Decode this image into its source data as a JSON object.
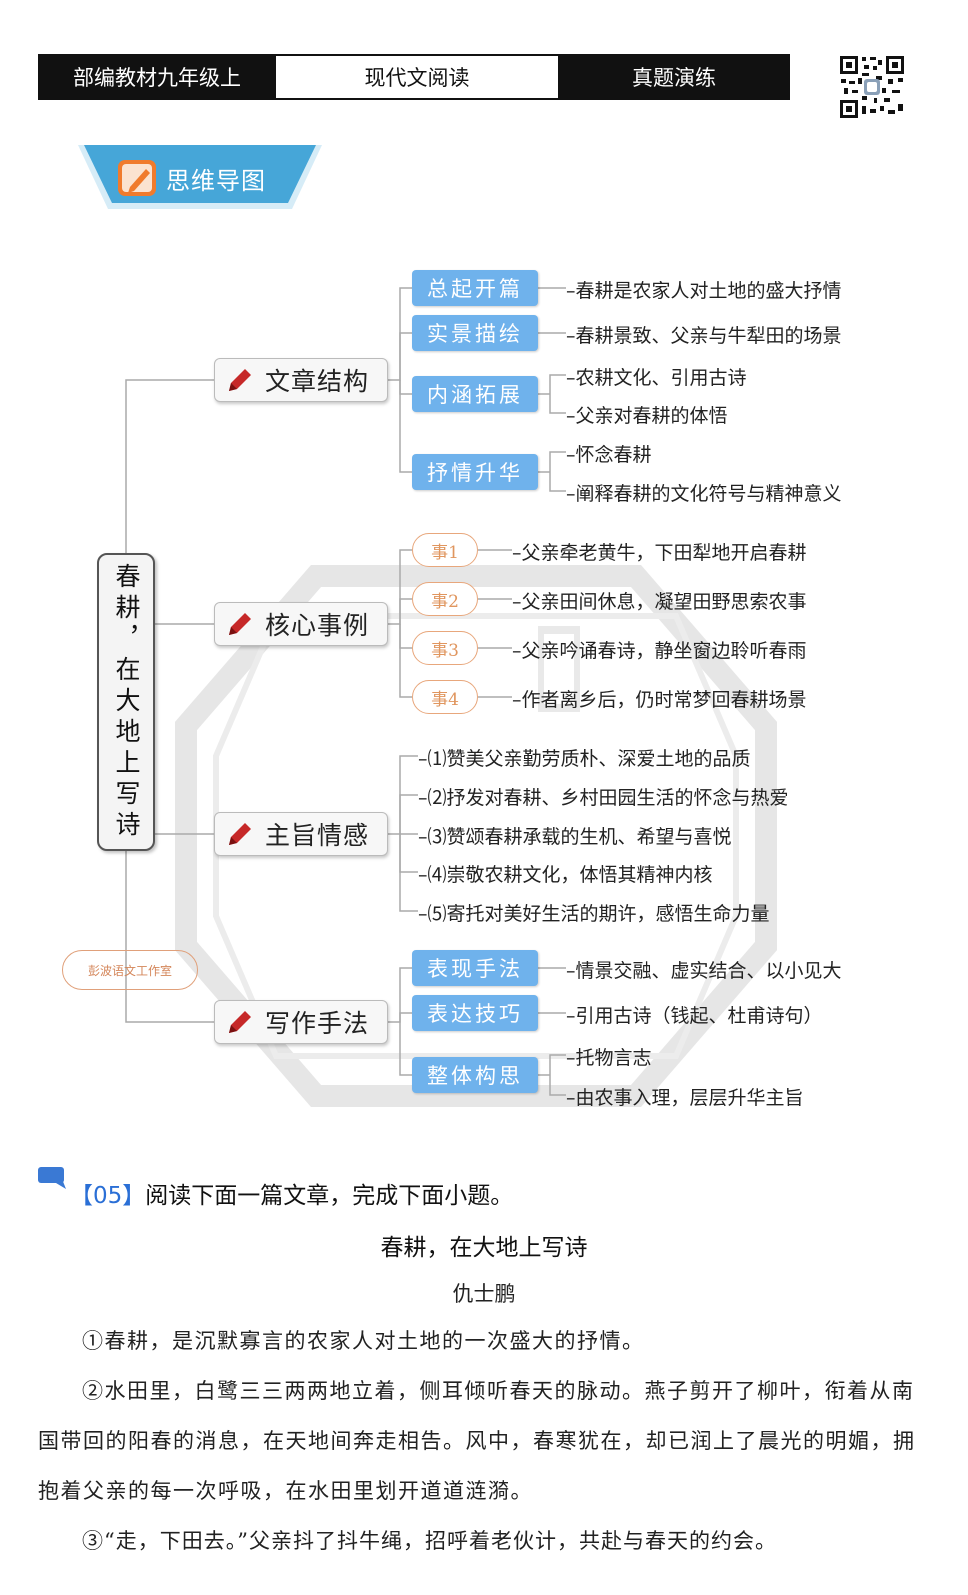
{
  "header": {
    "left": "部编教材九年级上",
    "middle": "现代文阅读",
    "right": "真题演练"
  },
  "banner": {
    "label": "思维导图"
  },
  "mindmap": {
    "center": "春耕，在大地上写诗",
    "structure": {
      "label": "文章结构",
      "items": [
        {
          "tag": "总起开篇",
          "lines": [
            "–春耕是农家人对土地的盛大抒情"
          ]
        },
        {
          "tag": "实景描绘",
          "lines": [
            "–春耕景致、父亲与牛犁田的场景"
          ]
        },
        {
          "tag": "内涵拓展",
          "lines": [
            "–农耕文化、引用古诗",
            "–父亲对春耕的体悟"
          ]
        },
        {
          "tag": "抒情升华",
          "lines": [
            "–怀念春耕",
            "–阐释春耕的文化符号与精神意义"
          ]
        }
      ]
    },
    "events": {
      "label": "核心事例",
      "items": [
        {
          "tag": "事1",
          "text": "–父亲牵老黄牛，下田犁地开启春耕"
        },
        {
          "tag": "事2",
          "text": "–父亲田间休息，凝望田野思索农事"
        },
        {
          "tag": "事3",
          "text": "–父亲吟诵春诗，静坐窗边聆听春雨"
        },
        {
          "tag": "事4",
          "text": "–作者离乡后，仍时常梦回春耕场景"
        }
      ]
    },
    "theme": {
      "label": "主旨情感",
      "items": [
        "–⑴赞美父亲勤劳质朴、深爱土地的品质",
        "–⑵抒发对春耕、乡村田园生活的怀念与热爱",
        "–⑶赞颂春耕承载的生机、希望与喜悦",
        "–⑷崇敬农耕文化，体悟其精神内核",
        "–⑸寄托对美好生活的期许，感悟生命力量"
      ]
    },
    "technique": {
      "label": "写作手法",
      "items": [
        {
          "tag": "表现手法",
          "lines": [
            "–情景交融、虚实结合、以小见大"
          ]
        },
        {
          "tag": "表达技巧",
          "lines": [
            "–引用古诗（钱起、杜甫诗句）"
          ]
        },
        {
          "tag": "整体构思",
          "lines": [
            "–托物言志",
            "–由农事入理，层层升华主旨"
          ]
        }
      ]
    },
    "studio": "彭波语文工作室"
  },
  "question": {
    "number": "【05】",
    "instruction": "阅读下面一篇文章，完成下面小题。"
  },
  "article": {
    "title": "春耕，在大地上写诗",
    "author": "仇士鹏",
    "paragraphs": [
      "①春耕，是沉默寡言的农家人对土地的一次盛大的抒情。",
      "②水田里，白鹭三三两两地立着，侧耳倾听春天的脉动。燕子剪开了柳叶，衔着从南国带回的阳春的消息，在天地间奔走相告。风中，春寒犹在，却已润上了晨光的明媚，拥抱着父亲的每一次呼吸，在水田里划开道道涟漪。",
      "③“走，下田去。”父亲抖了抖牛绳，招呼着老伙计，共赴与春天的约会。"
    ]
  },
  "colors": {
    "pill": "#6fb2ec",
    "event": "#e0965f",
    "pen": "#c62828",
    "dark": "#111111"
  }
}
